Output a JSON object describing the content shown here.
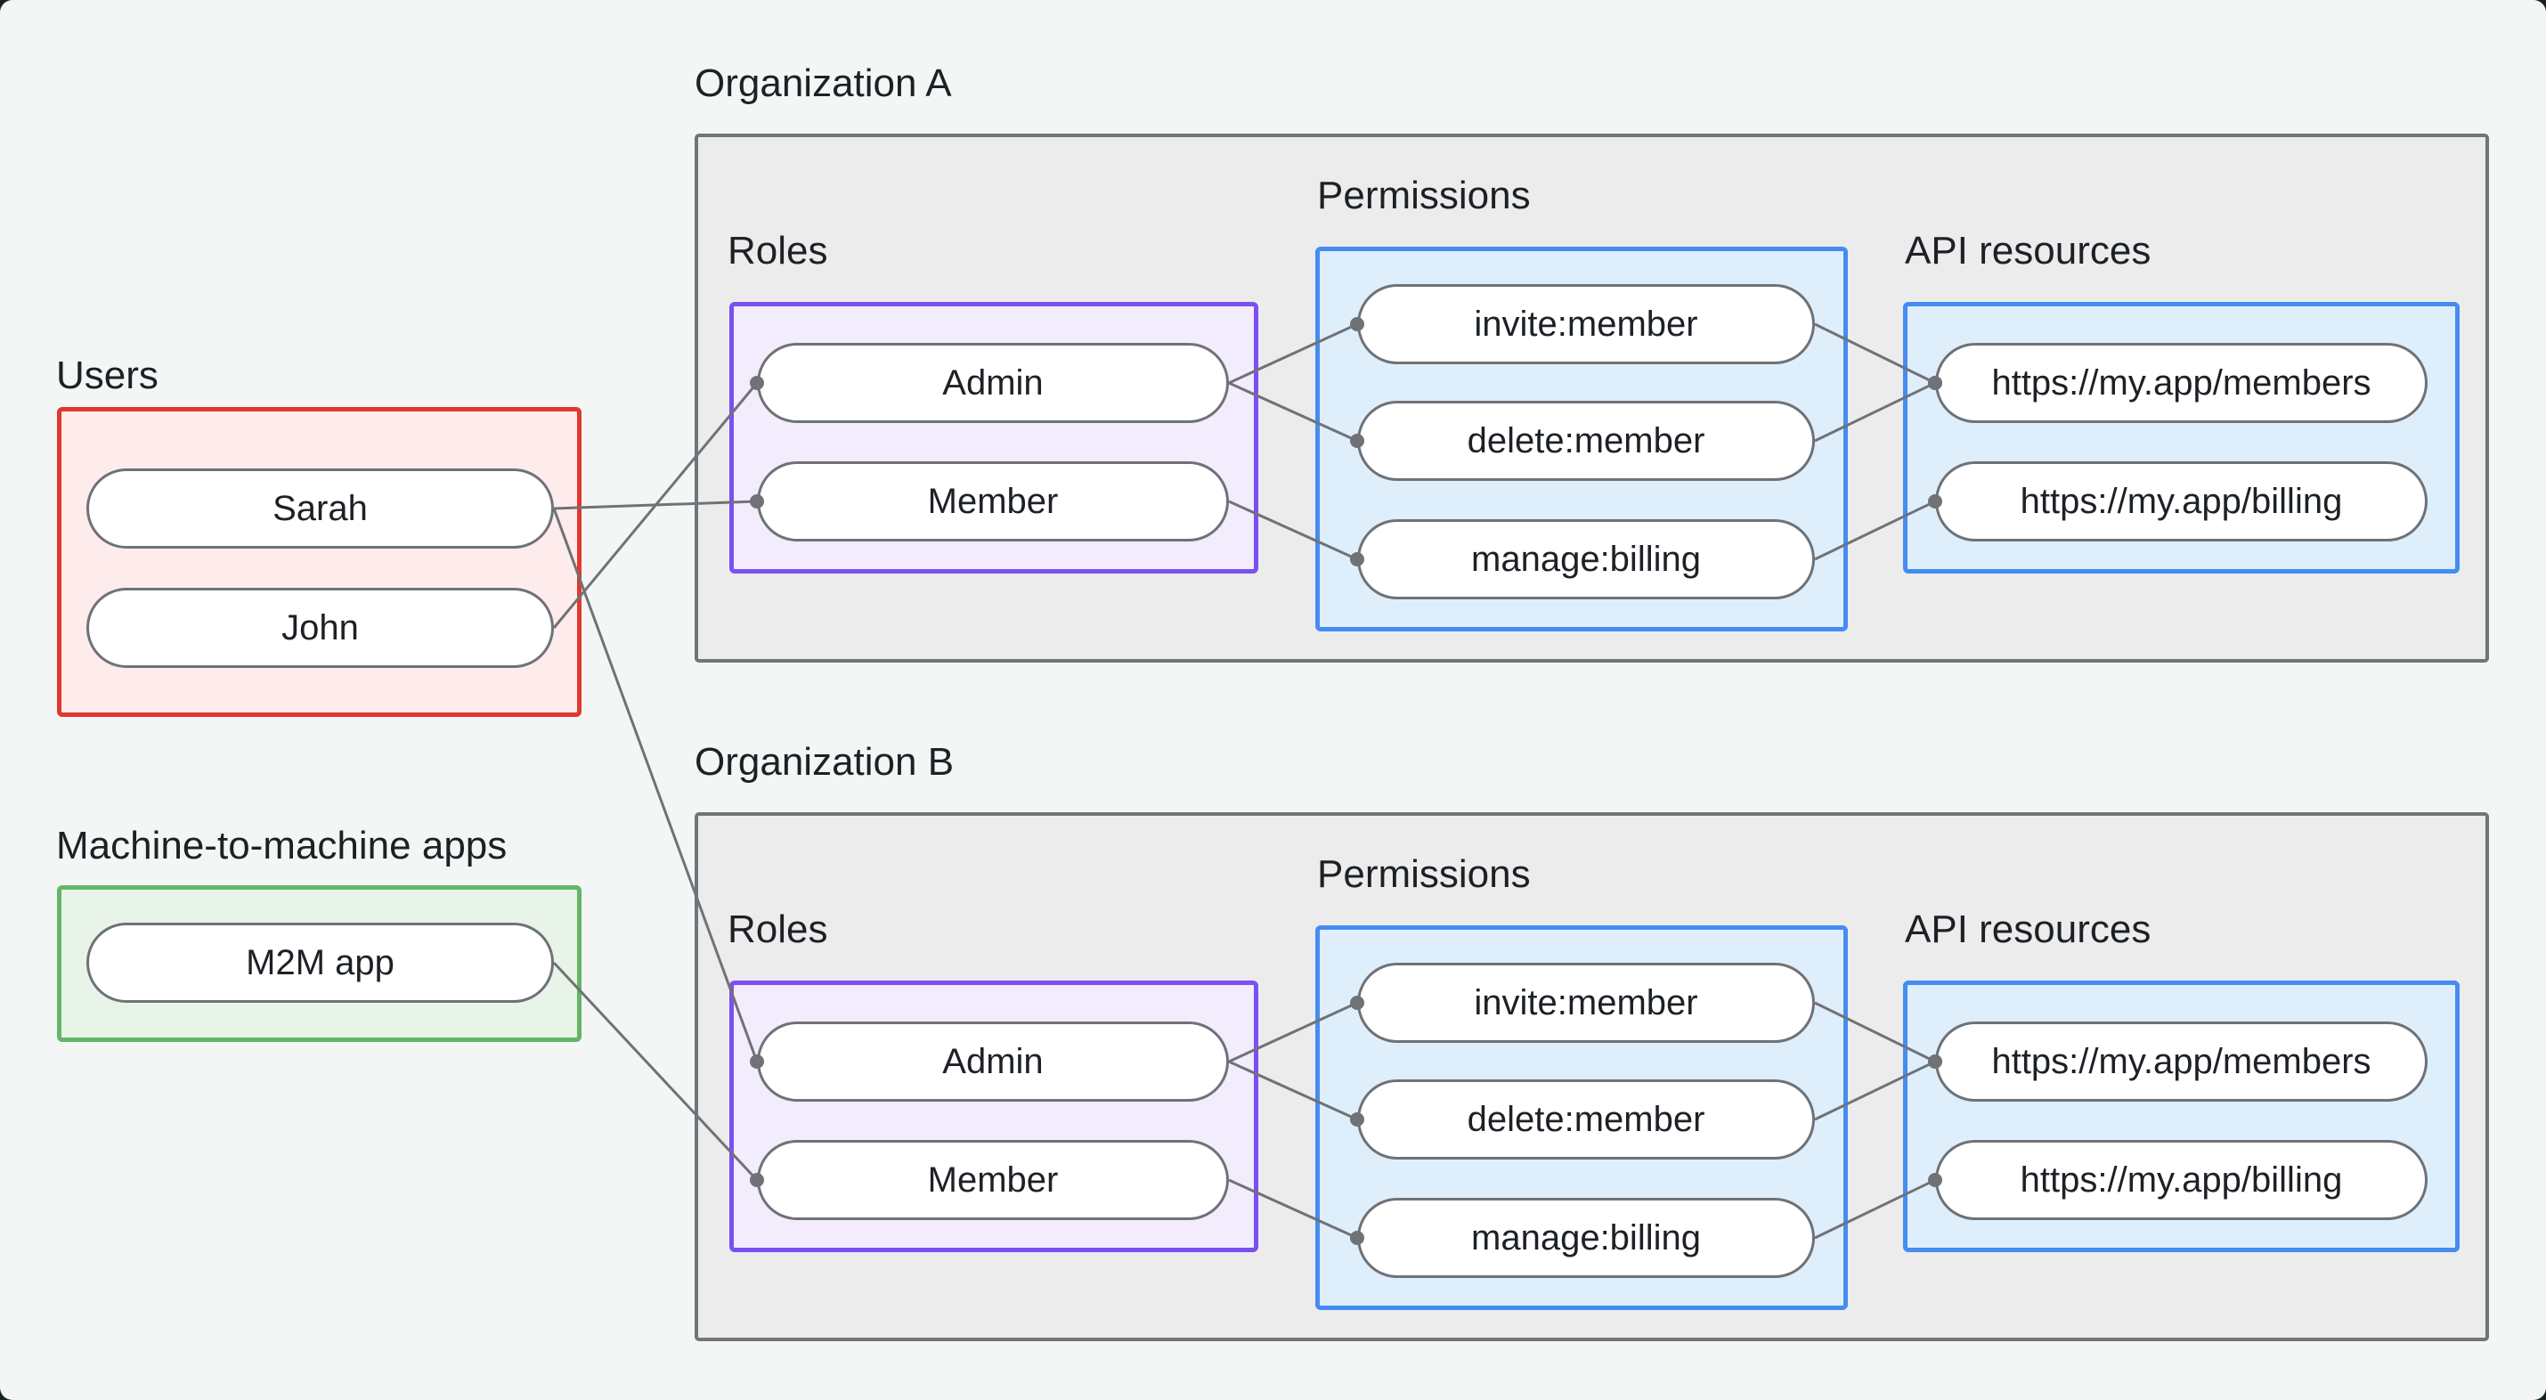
{
  "colors": {
    "page-bg": "#f4f6f5",
    "frame-bg": "#15271c",
    "text": "#1d2126",
    "line": "#6f7276",
    "org-border": "#70757a",
    "org-bg": "#ececed",
    "users-border": "#e0382f",
    "users-bg": "#fdeceb",
    "m2m-border": "#64b667",
    "m2m-bg": "#e9f4e9",
    "roles-border": "#7a50f2",
    "roles-bg": "#f2ecfd",
    "perm-border": "#458cf2",
    "perm-bg": "#dfeefb",
    "pill-border": "#6e7276",
    "pill-bg": "#ffffff"
  },
  "groups": {
    "users": {
      "label": "Users",
      "items": [
        "Sarah",
        "John"
      ]
    },
    "m2m": {
      "label": "Machine-to-machine apps",
      "items": [
        "M2M app"
      ]
    },
    "org_a": {
      "title": "Organization A",
      "roles_label": "Roles",
      "permissions_label": "Permissions",
      "api_label": "API resources",
      "roles": [
        "Admin",
        "Member"
      ],
      "permissions": [
        "invite:member",
        "delete:member",
        "manage:billing"
      ],
      "api_resources": [
        "https://my.app/members",
        "https://my.app/billing"
      ]
    },
    "org_b": {
      "title": "Organization B",
      "roles_label": "Roles",
      "permissions_label": "Permissions",
      "api_label": "API resources",
      "roles": [
        "Admin",
        "Member"
      ],
      "permissions": [
        "invite:member",
        "delete:member",
        "manage:billing"
      ],
      "api_resources": [
        "https://my.app/members",
        "https://my.app/billing"
      ]
    }
  },
  "edges": [
    {
      "from": "sarah",
      "to": "a-member"
    },
    {
      "from": "john",
      "to": "a-admin"
    },
    {
      "from": "sarah",
      "to": "b-admin"
    },
    {
      "from": "m2m",
      "to": "b-member"
    },
    {
      "from": "a-admin",
      "to": "a-invite"
    },
    {
      "from": "a-admin",
      "to": "a-delete"
    },
    {
      "from": "a-member",
      "to": "a-manage"
    },
    {
      "from": "a-invite",
      "to": "a-members"
    },
    {
      "from": "a-delete",
      "to": "a-members"
    },
    {
      "from": "a-manage",
      "to": "a-billing"
    },
    {
      "from": "b-admin",
      "to": "b-invite"
    },
    {
      "from": "b-admin",
      "to": "b-delete"
    },
    {
      "from": "b-member",
      "to": "b-manage"
    },
    {
      "from": "b-invite",
      "to": "b-members"
    },
    {
      "from": "b-delete",
      "to": "b-members"
    },
    {
      "from": "b-manage",
      "to": "b-billing"
    }
  ]
}
